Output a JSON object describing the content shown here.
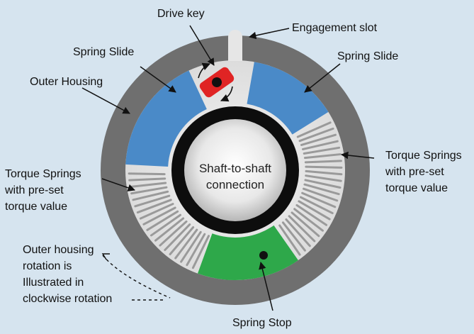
{
  "labels": {
    "drive_key": "Drive key",
    "engagement_slot": "Engagement slot",
    "spring_slide_left": "Spring Slide",
    "spring_slide_right": "Spring Slide",
    "outer_housing": "Outer Housing",
    "torque_springs_right": [
      "Torque Springs",
      "with pre-set",
      "torque value"
    ],
    "torque_springs_left": [
      "Torque Springs",
      "with pre-set",
      "torque value"
    ],
    "rotation_note": [
      "Outer housing",
      "rotation is",
      "Illustrated in",
      "clockwise rotation"
    ],
    "center": [
      "Shaft-to-shaft",
      "connection"
    ],
    "spring_stop": "Spring Stop"
  },
  "colors": {
    "background": "#d6e4ef",
    "outer_housing": "#6f6f6f",
    "inner_face": "#e6e6e6",
    "spring_slide": "#4a8ac8",
    "spring_stop": "#2ea84a",
    "drive_key": "#e02424",
    "spring": "#9a9a9a",
    "shaft_ring": "#0d0d0d"
  }
}
